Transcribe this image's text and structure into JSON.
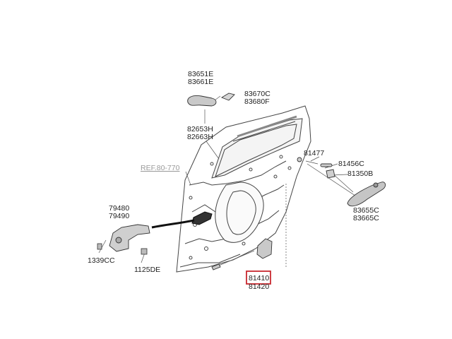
{
  "diagram": {
    "reference_label": "REF.80-770",
    "highlighted_part": "81410",
    "parts": {
      "outside_handle": [
        "83651E",
        "83661E"
      ],
      "handle_cover": [
        "83670C",
        "83680F"
      ],
      "handle_bracket": [
        "82653H",
        "82663H"
      ],
      "screw_81477": "81477",
      "actuator_rod": "81456C",
      "striker_81350B": "81350B",
      "rear_handle": [
        "83655C",
        "83665C"
      ],
      "hinge": [
        "79480",
        "79490"
      ],
      "bolt_1339CC": "1339CC",
      "bolt_1125DE": "1125DE",
      "door_latch": [
        "81410",
        "81420"
      ]
    },
    "colors": {
      "highlight_box": "#c8282f",
      "line": "#333333",
      "reference_text": "#9a9a9a"
    }
  }
}
